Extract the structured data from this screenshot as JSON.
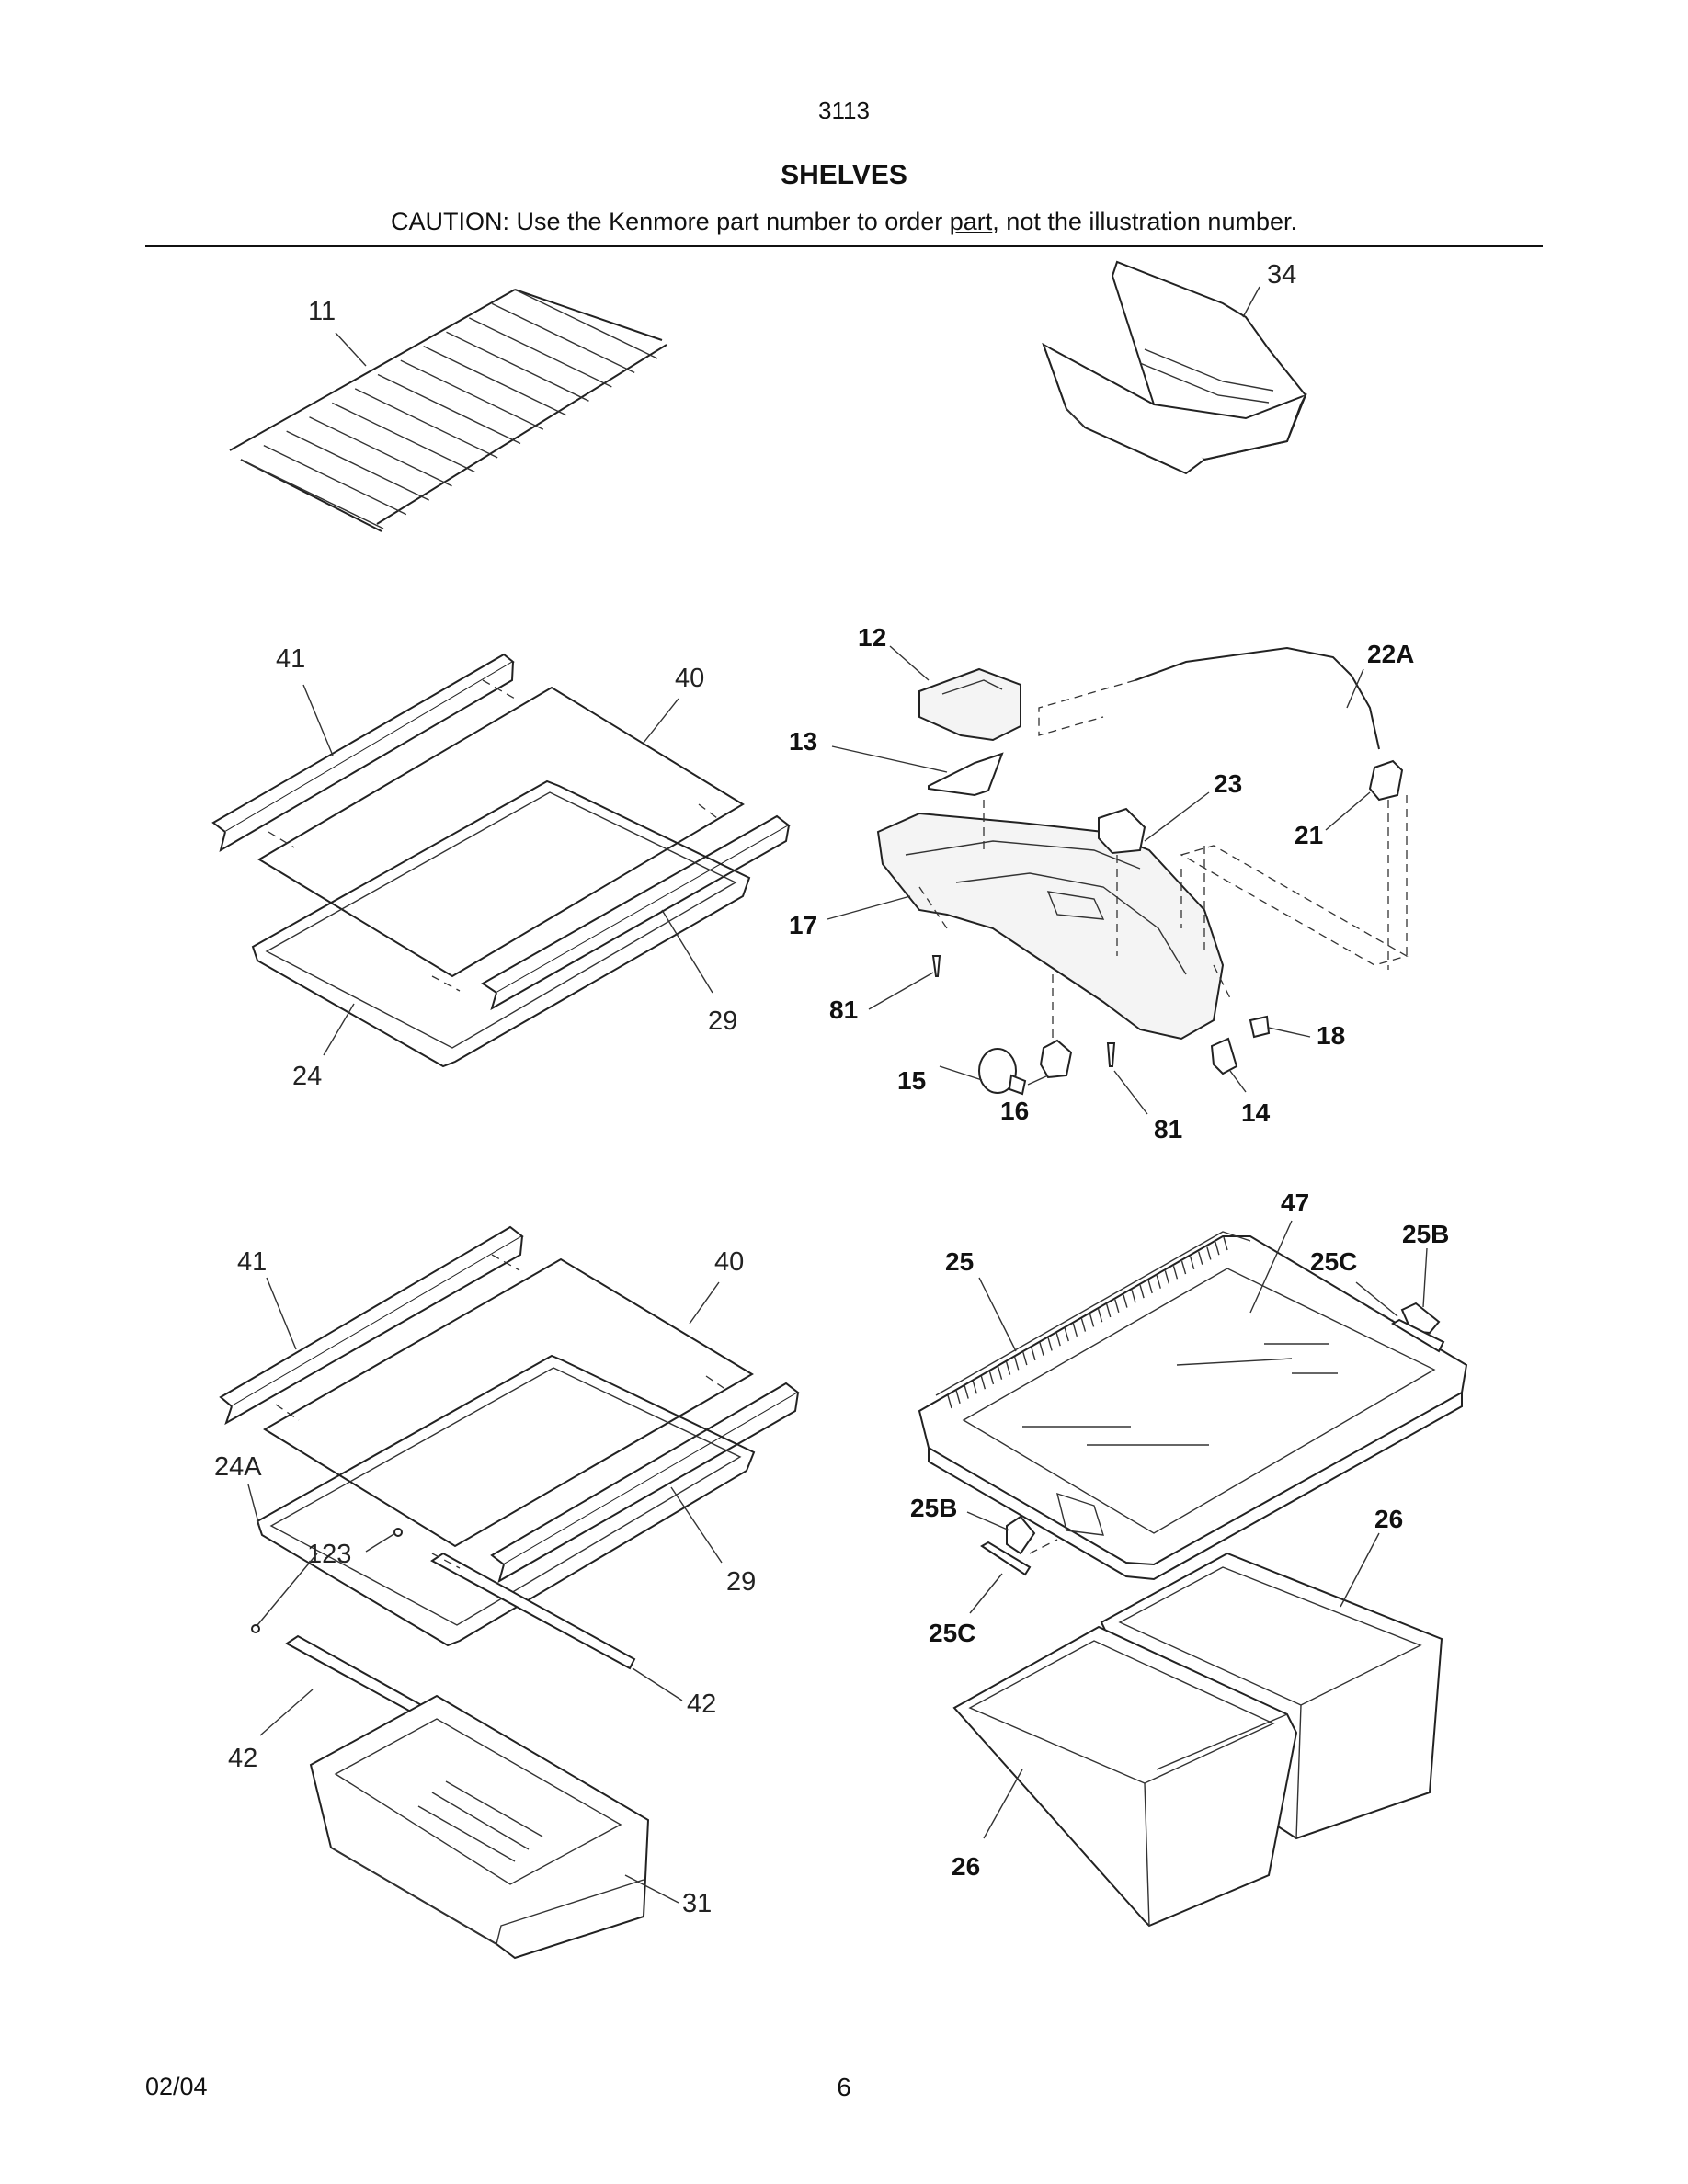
{
  "header": {
    "doc_number": "3113",
    "title": "SHELVES",
    "caution_prefix": "CAUTION: Use the Kenmore part number to order ",
    "caution_underlined": "part",
    "caution_suffix": ", not the illustration number."
  },
  "footer": {
    "date": "02/04",
    "page": "6"
  },
  "callouts": {
    "c11": "11",
    "c34": "34",
    "c41a": "41",
    "c40a": "40",
    "c29a": "29",
    "c24": "24",
    "c12": "12",
    "c22A": "22A",
    "c13": "13",
    "c23": "23",
    "c21": "21",
    "c17": "17",
    "c81a": "81",
    "c18": "18",
    "c15": "15",
    "c16": "16",
    "c81b": "81",
    "c14": "14",
    "c41b": "41",
    "c40b": "40",
    "c24A": "24A",
    "c123": "123",
    "c29b": "29",
    "c42a": "42",
    "c42b": "42",
    "c31": "31",
    "c47": "47",
    "c25": "25",
    "c25Ca": "25C",
    "c25Ba": "25B",
    "c25Bb": "25B",
    "c26a": "26",
    "c25Cb": "25C",
    "c26b": "26"
  }
}
